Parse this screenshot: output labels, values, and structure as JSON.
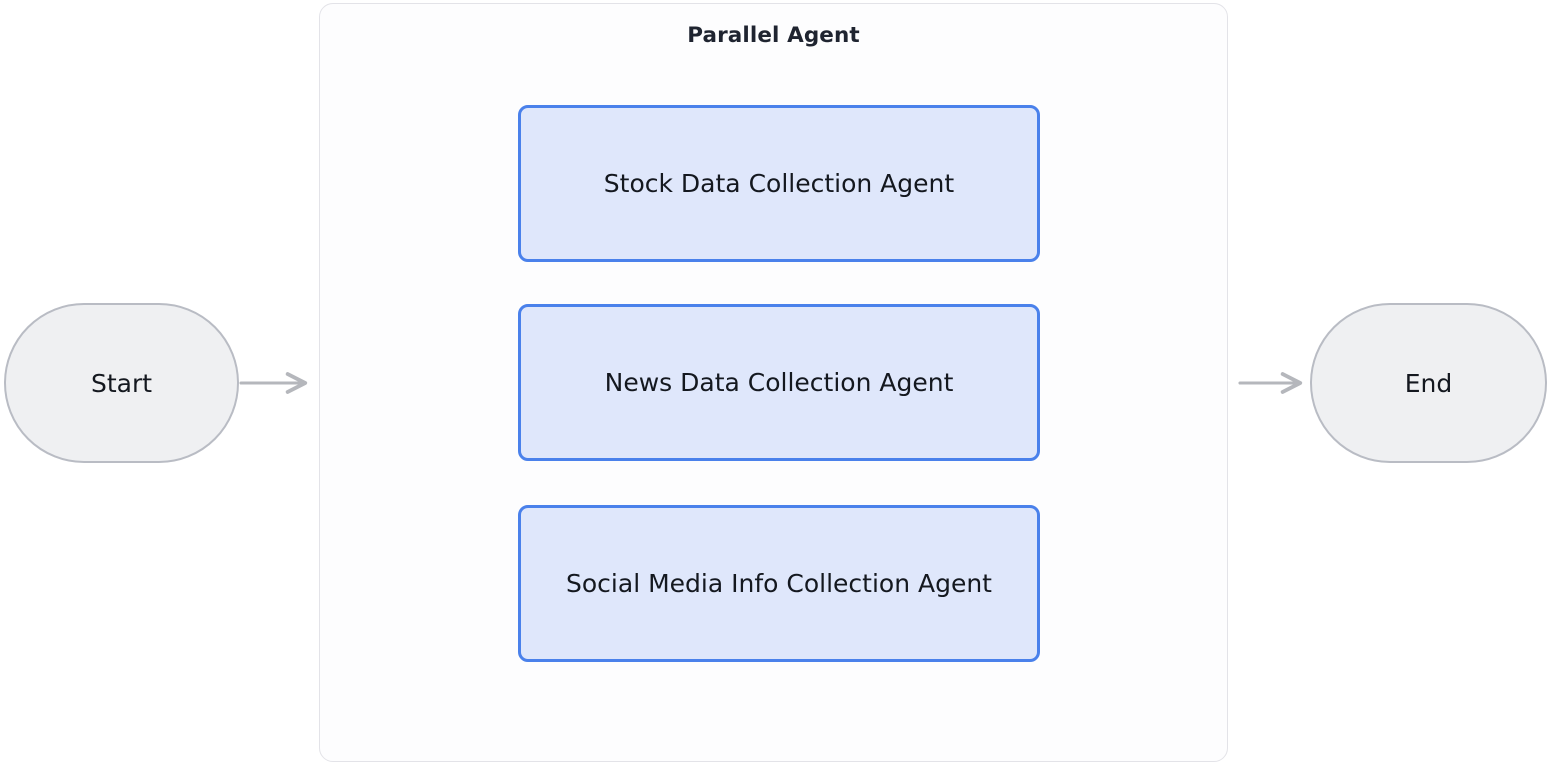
{
  "diagram": {
    "type": "flowchart",
    "orientation": "left-to-right",
    "background": "#ffffff",
    "edge_color": "#b5b7bc",
    "title": "Parallel Agent"
  },
  "subgraph": {
    "title": "Parallel Agent",
    "border_color": "#e3e3e8",
    "fill_color": "#fdfdfe"
  },
  "terminals": [
    {
      "id": "start",
      "label": "Start",
      "shape": "stadium",
      "fill": "#eff0f2",
      "stroke": "#b9bcc4"
    },
    {
      "id": "end",
      "label": "End",
      "shape": "stadium",
      "fill": "#eff0f2",
      "stroke": "#b9bcc4"
    }
  ],
  "agents": [
    {
      "id": "stock",
      "label": "Stock Data Collection Agent",
      "fill": "#dfe7fb",
      "stroke": "#4a81eb"
    },
    {
      "id": "news",
      "label": "News Data Collection Agent",
      "fill": "#dfe7fb",
      "stroke": "#4a81eb"
    },
    {
      "id": "social",
      "label": "Social Media Info Collection Agent",
      "fill": "#dfe7fb",
      "stroke": "#4a81eb"
    }
  ],
  "edges": [
    {
      "from": "start",
      "to": "parallel-agent",
      "arrow": true
    },
    {
      "from": "split",
      "to": "stock",
      "arrow": true
    },
    {
      "from": "split",
      "to": "news",
      "arrow": true
    },
    {
      "from": "split",
      "to": "social",
      "arrow": true
    },
    {
      "from": "stock",
      "to": "merge",
      "arrow": false
    },
    {
      "from": "news",
      "to": "merge",
      "arrow": false
    },
    {
      "from": "social",
      "to": "merge",
      "arrow": false
    },
    {
      "from": "merge",
      "to": "subgraph-exit",
      "arrow": true
    },
    {
      "from": "parallel-agent",
      "to": "end",
      "arrow": true
    }
  ]
}
